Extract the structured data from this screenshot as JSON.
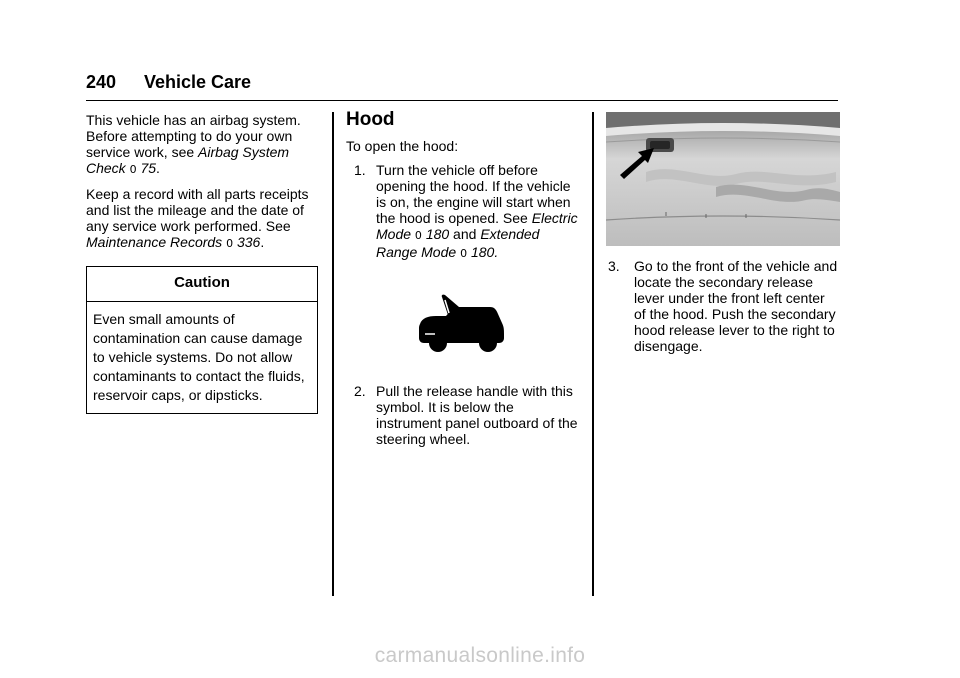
{
  "header": {
    "page_number": "240",
    "section": "Vehicle Care"
  },
  "col1": {
    "p1": {
      "text": "This vehicle has an airbag system. Before attempting to do your own service work, see ",
      "link": "Airbag System Check",
      "ref": "75",
      "end": "."
    },
    "p2": {
      "text": "Keep a record with all parts receipts and list the mileage and the date of any service work performed. See ",
      "link": "Maintenance Records",
      "ref": "336",
      "end": "."
    },
    "caution": {
      "title": "Caution",
      "body": "Even small amounts of contamination can cause damage to vehicle systems. Do not allow contaminants to contact the fluids, reservoir caps, or dipsticks."
    }
  },
  "col2": {
    "heading": "Hood",
    "intro": "To open the hood:",
    "step1": {
      "num": "1.",
      "text": "Turn the vehicle off before opening the hood. If the vehicle is on, the engine will start when the hood is opened. See ",
      "link1": "Electric Mode",
      "ref1": "180",
      "mid": " and ",
      "link2": "Extended Range Mode",
      "ref2": "180",
      "end": "."
    },
    "step2": {
      "num": "2.",
      "text": "Pull the release handle with this symbol. It is below the instrument panel outboard of the steering wheel."
    }
  },
  "col3": {
    "step3": {
      "num": "3.",
      "text": "Go to the front of the vehicle and locate the secondary release lever under the front left center of the hood. Push the secondary hood release lever to the right to disengage."
    }
  },
  "ref_glyph": "0",
  "watermark": "carmanualsonline.info"
}
